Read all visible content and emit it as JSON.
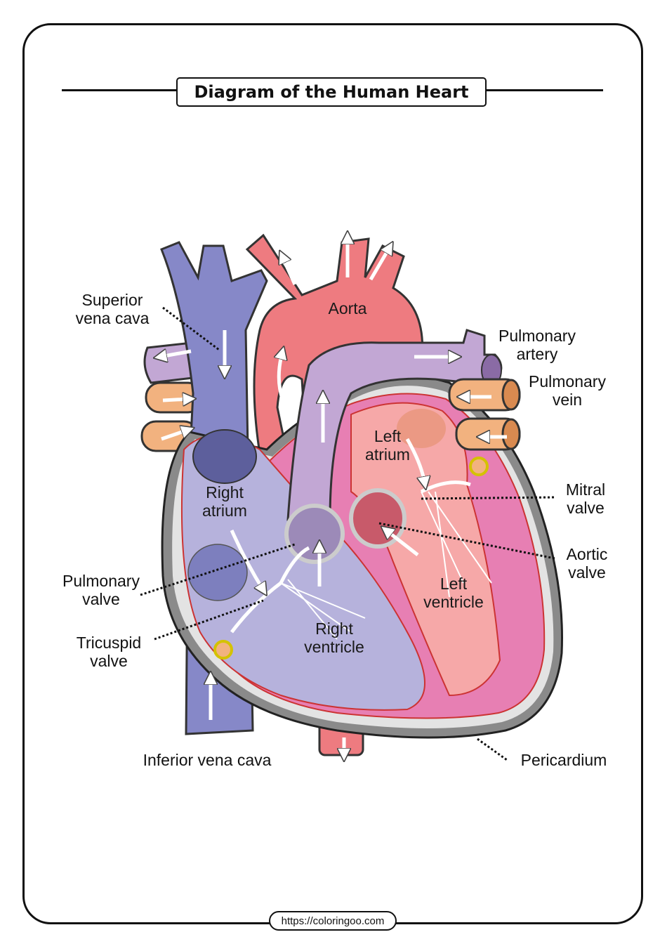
{
  "title": "Diagram of the Human Heart",
  "labels": {
    "superior_vena_cava": "Superior\nvena cava",
    "aorta": "Aorta",
    "pulmonary_artery": "Pulmonary\nartery",
    "pulmonary_vein": "Pulmonary\nvein",
    "left_atrium": "Left\natrium",
    "right_atrium": "Right\natrium",
    "mitral_valve": "Mitral\nvalve",
    "aortic_valve": "Aortic\nvalve",
    "pulmonary_valve": "Pulmonary\nvalve",
    "left_ventricle": "Left\nventricle",
    "tricuspid_valve": "Tricuspid\nvalve",
    "right_ventricle": "Right\nventricle",
    "inferior_vena_cava": "Inferior vena cava",
    "pericardium": "Pericardium"
  },
  "footer_url": "https://coloringoo.com",
  "colors": {
    "vena_cava": "#8688c8",
    "aorta": "#ee7b80",
    "pulmonary_artery": "#c2a7d4",
    "pulmonary_vein": "#f2b27f",
    "right_heart": "#b6b2dc",
    "left_heart": "#e77fb3",
    "pericardium": "#8a8a8a"
  }
}
